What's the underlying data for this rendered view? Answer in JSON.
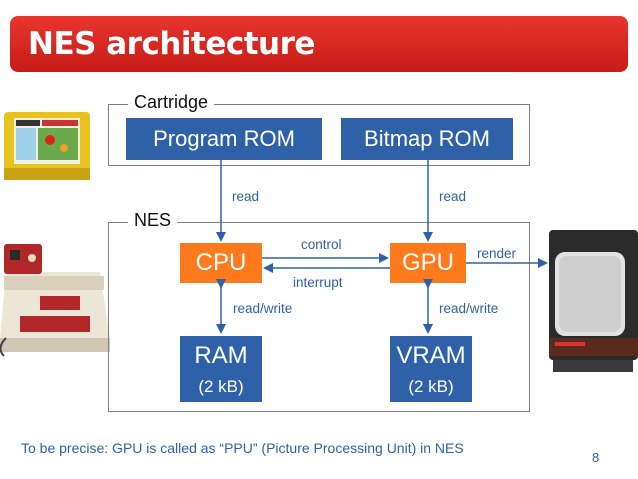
{
  "title": "NES architecture",
  "groups": {
    "cartridge": "Cartridge",
    "nes": "NES"
  },
  "blocks": {
    "program_rom": "Program ROM",
    "bitmap_rom": "Bitmap ROM",
    "cpu": "CPU",
    "gpu": "GPU",
    "ram": "RAM",
    "ram_size": "(2 kB)",
    "vram": "VRAM",
    "vram_size": "(2 kB)"
  },
  "edges": {
    "program_rom_to_cpu": "read",
    "bitmap_rom_to_gpu": "read",
    "cpu_to_gpu": "control",
    "gpu_to_cpu": "interrupt",
    "gpu_to_tv": "render",
    "cpu_ram": "read/write",
    "gpu_vram": "read/write"
  },
  "images": [
    "famicom-cartridge",
    "famicom-console",
    "crt-television"
  ],
  "colors": {
    "title_bar": "#d9261f",
    "memory_blocks": "#2f61a9",
    "processor_blocks": "#ff7a1c",
    "labels": "#2f61a9"
  },
  "footer_note": "To be precise: GPU is called as “PPU” (Picture Processing Unit) in NES",
  "page_number": "8"
}
